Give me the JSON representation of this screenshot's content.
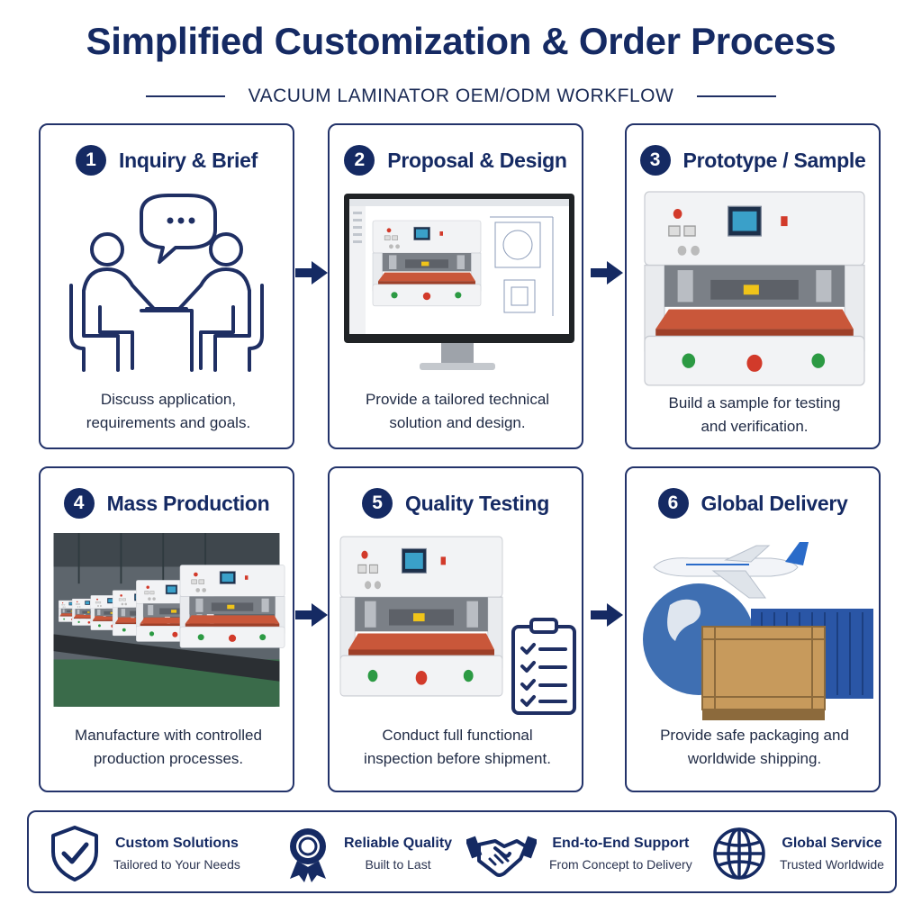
{
  "header": {
    "title": "Simplified Customization & Order Process",
    "subtitle": "VACUUM LAMINATOR OEM/ODM WORKFLOW"
  },
  "steps": [
    {
      "number": "1",
      "title": "Inquiry & Brief",
      "desc_line1": "Discuss application,",
      "desc_line2": "requirements and goals.",
      "icon": "meeting-icon"
    },
    {
      "number": "2",
      "title": "Proposal & Design",
      "desc_line1": "Provide a tailored technical",
      "desc_line2": "solution and design.",
      "icon": "monitor-cad-icon"
    },
    {
      "number": "3",
      "title": "Prototype / Sample",
      "desc_line1": "Build a sample for testing",
      "desc_line2": "and verification.",
      "icon": "laminator-machine-icon"
    },
    {
      "number": "4",
      "title": "Mass Production",
      "desc_line1": "Manufacture with controlled",
      "desc_line2": "production processes.",
      "icon": "production-line-icon"
    },
    {
      "number": "5",
      "title": "Quality Testing",
      "desc_line1": "Conduct full functional",
      "desc_line2": "inspection before shipment.",
      "icon": "checklist-icon"
    },
    {
      "number": "6",
      "title": "Global Delivery",
      "desc_line1": "Provide safe packaging and",
      "desc_line2": "worldwide shipping.",
      "icon": "airplane-globe-icon"
    }
  ],
  "features": [
    {
      "title": "Custom Solutions",
      "sub": "Tailored to Your Needs",
      "icon": "shield-check-icon"
    },
    {
      "title": "Reliable Quality",
      "sub": "Built to Last",
      "icon": "award-ribbon-icon"
    },
    {
      "title": "End-to-End Support",
      "sub": "From Concept to Delivery",
      "icon": "handshake-icon"
    },
    {
      "title": "Global Service",
      "sub": "Trusted Worldwide",
      "icon": "globe-icon"
    }
  ],
  "colors": {
    "navy": "#152a63",
    "border": "#23336a",
    "heat_plate": "#c9573a",
    "machine_body": "#eef0f3"
  }
}
